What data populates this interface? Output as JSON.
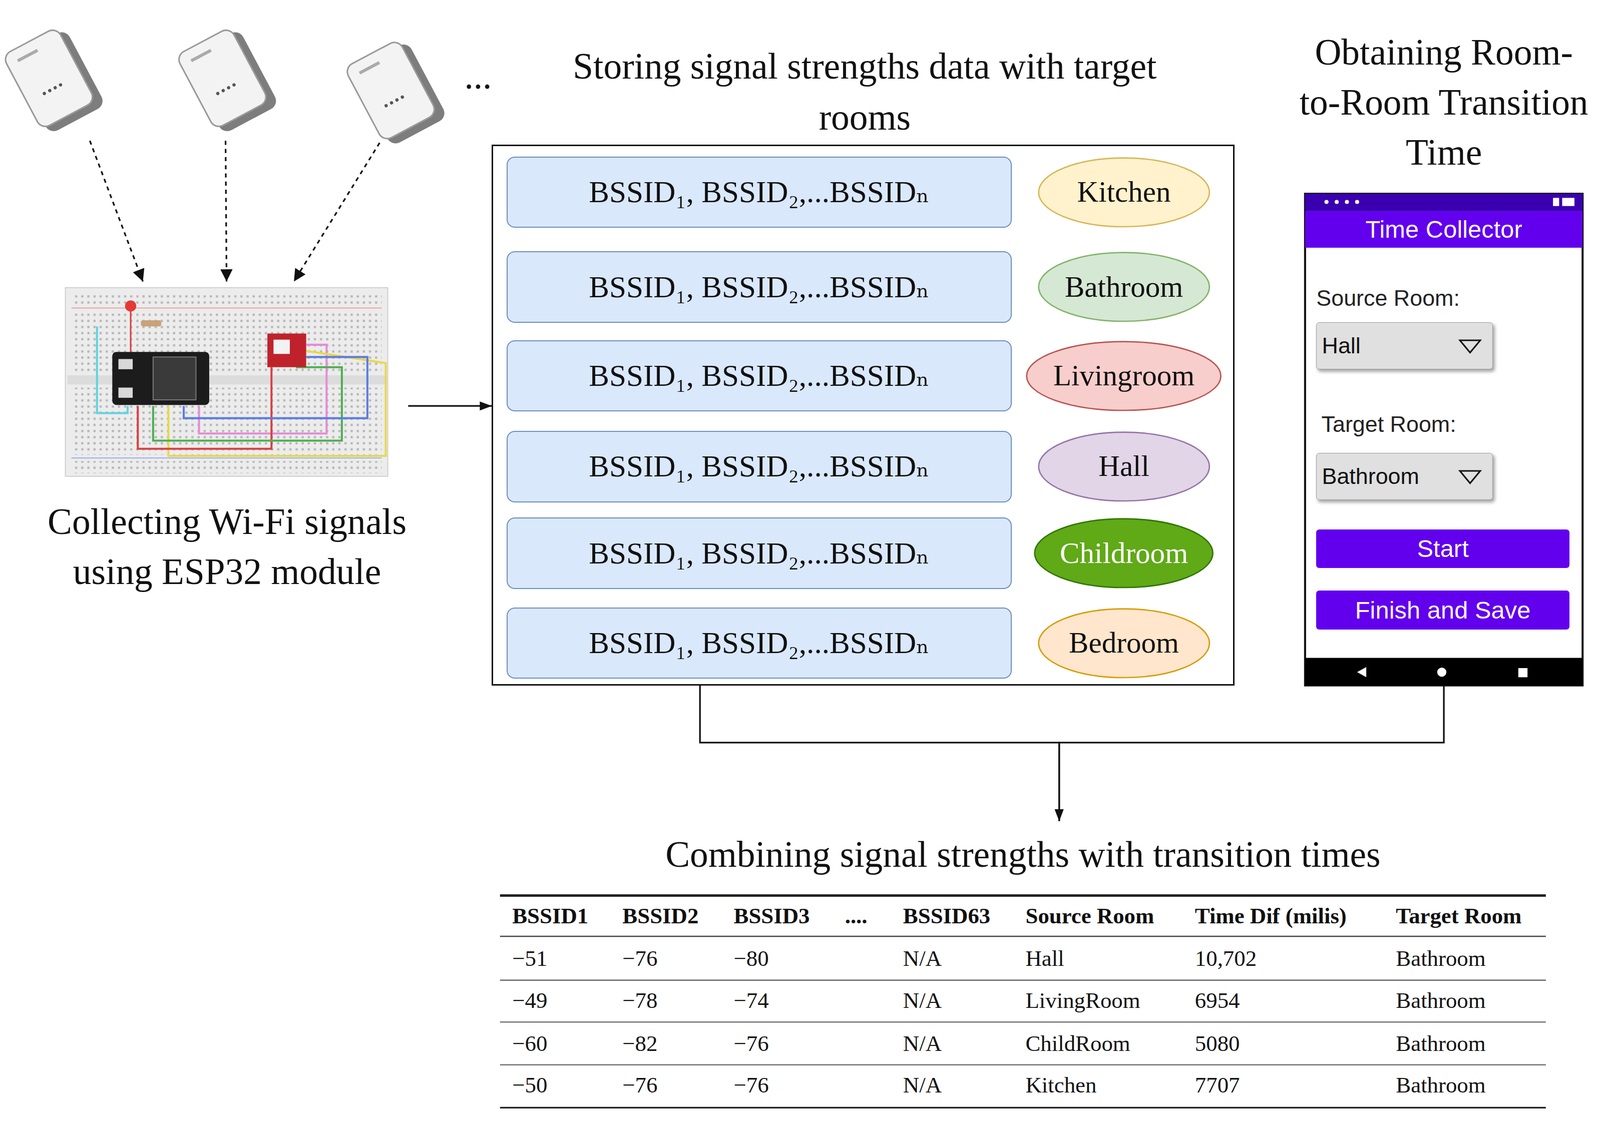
{
  "diagram": {
    "nodes": [
      {
        "text": [
          "Collecting Wi-Fi signals using ESP32 module"
        ]
      },
      {
        "text": [
          "Storing signal strengths data with target rooms"
        ]
      },
      {
        "text": [
          "BSSID₁, BSSID₂,...BSSIDₙ"
        ],
        "in": 1
      },
      {
        "text": [
          "Kitchen"
        ],
        "in": 1
      },
      {
        "text": [
          "BSSID₁, BSSID₂,...BSSIDₙ"
        ],
        "in": 1
      },
      {
        "text": [
          "Bathroom"
        ],
        "in": 1
      },
      {
        "text": [
          "BSSID₁, BSSID₂,...BSSIDₙ"
        ],
        "in": 1
      },
      {
        "text": [
          "Livingroom"
        ],
        "in": 1
      },
      {
        "text": [
          "BSSID₁, BSSID₂,...BSSIDₙ"
        ],
        "in": 1
      },
      {
        "text": [
          "Hall"
        ],
        "in": 1
      },
      {
        "text": [
          "BSSID₁, BSSID₂,...BSSIDₙ"
        ],
        "in": 1
      },
      {
        "text": [
          "Childroom"
        ],
        "in": 1
      },
      {
        "text": [
          "BSSID₁, BSSID₂,...BSSIDₙ"
        ],
        "in": 1
      },
      {
        "text": [
          "Bedroom"
        ],
        "in": 1
      },
      {
        "text": [
          "Obtaining Room-to-Room Transition Time"
        ]
      },
      {
        "text": [
          "Time Collector"
        ],
        "in": 14
      },
      {
        "text": [
          "Hall"
        ],
        "in": 14
      },
      {
        "text": [
          "Bathroom"
        ],
        "in": 14
      },
      {
        "text": [
          "Start"
        ],
        "in": 14
      },
      {
        "text": [
          "Finish and Save"
        ],
        "in": 14
      },
      {
        "text": [
          "Combining signal strengths with transition times"
        ]
      }
    ],
    "edges": [
      {
        "from": 0,
        "to": 1,
        "arrow": "to"
      },
      {
        "from": 1,
        "to": 20,
        "arrow": "to"
      },
      {
        "from": 14,
        "to": 20,
        "arrow": "to"
      }
    ],
    "labels": [
      "...",
      "Source Room:",
      "Target Room:",
      "BSSID1",
      "BSSID2",
      "BSSID3",
      "....",
      "BSSID63",
      "Source Room",
      "Time Dif (milis)",
      "Target Room",
      "−51",
      "−76",
      "−80",
      "N/A",
      "Hall",
      "10,702",
      "Bathroom",
      "−49",
      "−78",
      "−74",
      "N/A",
      "LivingRoom",
      "6954",
      "Bathroom",
      "−60",
      "−82",
      "−76",
      "N/A",
      "ChildRoom",
      "5080",
      "Bathroom",
      "−50",
      "−76",
      "−76",
      "N/A",
      "Kitchen",
      "7707",
      "Bathroom"
    ]
  }
}
